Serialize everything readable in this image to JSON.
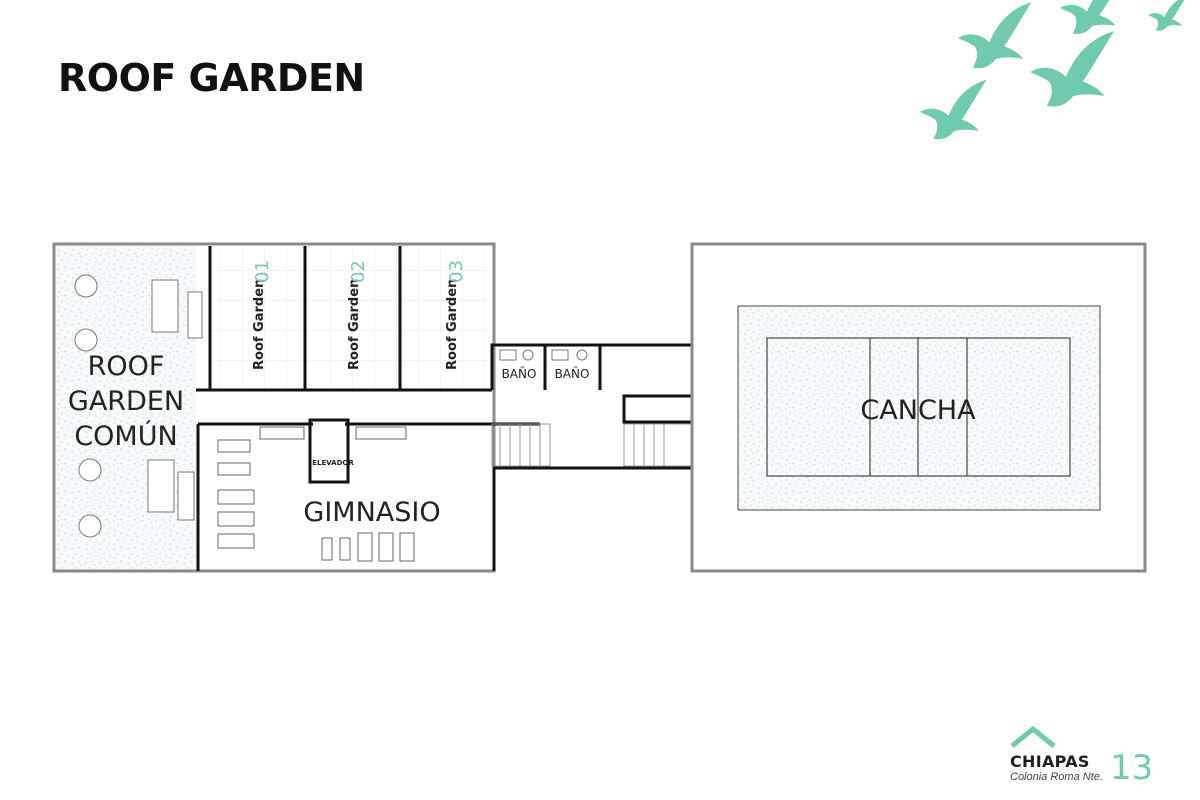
{
  "title": "ROOF GARDEN",
  "colors": {
    "accent": "#6fcab0",
    "wall": "#111111",
    "outline": "#8a8a8a",
    "texture": "#a9d7ec"
  },
  "rooms": {
    "common": [
      "ROOF",
      "GARDEN",
      "COMÚN"
    ],
    "private": [
      {
        "label": "Roof Garden",
        "number": "01"
      },
      {
        "label": "Roof Garden",
        "number": "02"
      },
      {
        "label": "Roof Garden",
        "number": "03"
      }
    ],
    "bathrooms": [
      "BAÑO",
      "BAÑO"
    ],
    "elevator": "ELEVADOR",
    "gym": "GIMNASIO",
    "court": "CANCHA"
  },
  "decor": {
    "birds": "dove-silhouettes",
    "brand_icon": "house-roof-icon"
  },
  "brand": {
    "name": "CHIAPAS",
    "number": "13",
    "subtitle": "Colonia Roma Nte."
  }
}
